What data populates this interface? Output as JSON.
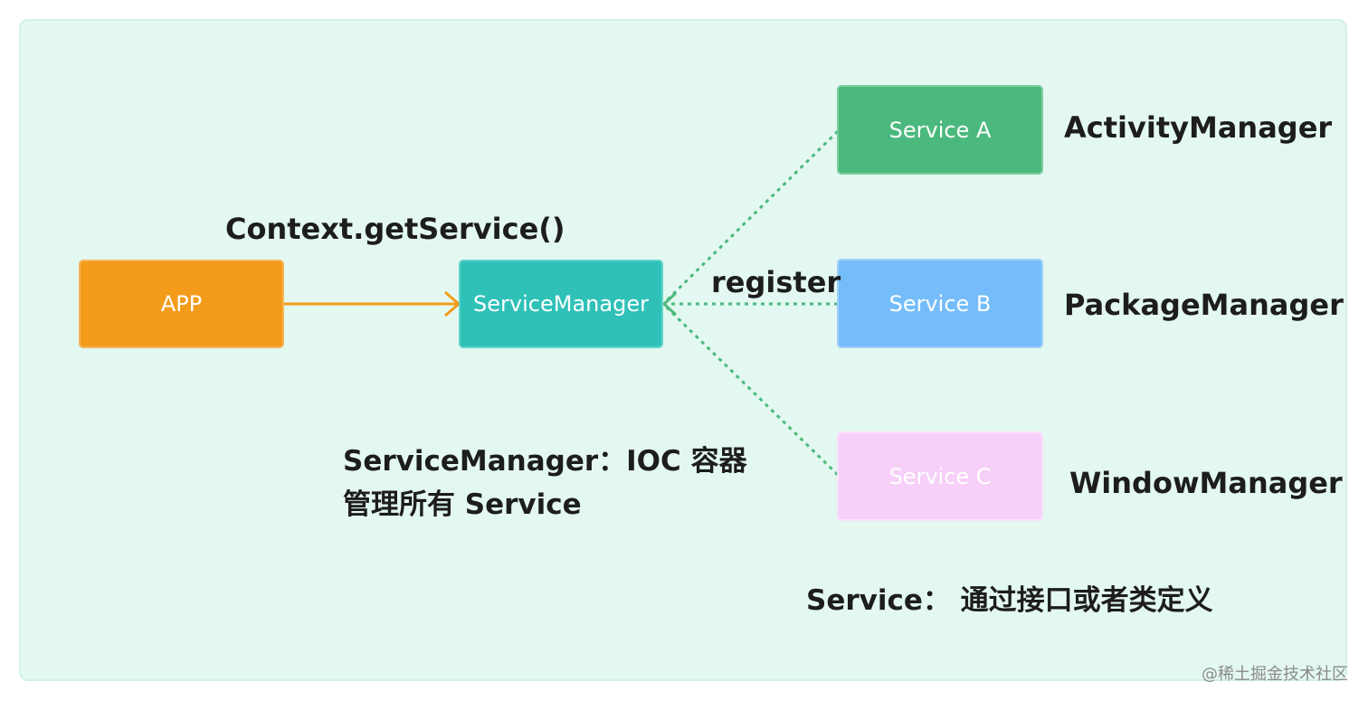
{
  "nodes": {
    "app": {
      "label": "APP",
      "color": "#f39c1b"
    },
    "service_manager": {
      "label": "ServiceManager",
      "color": "#2fc1b8"
    },
    "service_a": {
      "label": "Service A",
      "color": "#4bb97d"
    },
    "service_b": {
      "label": "Service B",
      "color": "#75bdfa"
    },
    "service_c": {
      "label": "Service C",
      "color": "#f6d0f8"
    }
  },
  "edges": {
    "call_label": "Context.getService()",
    "register_label": "register",
    "call_color": "#f39c1b",
    "register_color": "#4bb97d"
  },
  "manager_names": {
    "a": "ActivityManager",
    "b": "PackageManager",
    "c": "WindowManager"
  },
  "notes": {
    "ioc_line1": "ServiceManager：IOC 容器",
    "ioc_line2": "管理所有 Service",
    "service_def": "Service： 通过接口或者类定义"
  },
  "watermark": "@稀土掘金技术社区",
  "colors": {
    "background": "#e3f8f0",
    "text": "#1d1d1d"
  }
}
